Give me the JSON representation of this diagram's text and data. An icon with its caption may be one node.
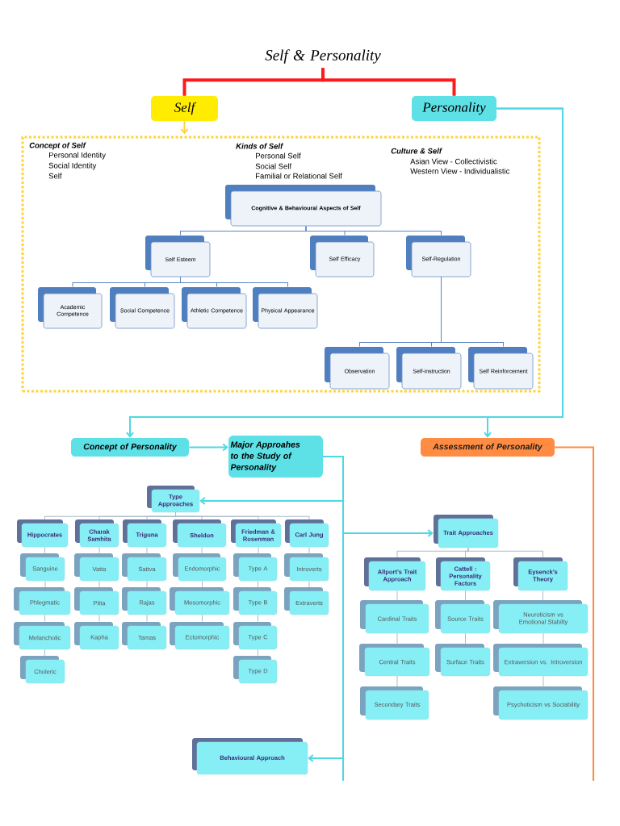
{
  "diagram": {
    "nodes": [
      {
        "text": [
          "Self & Personality"
        ]
      },
      {
        "text": [
          "Self"
        ]
      },
      {
        "text": [
          "Personality"
        ]
      },
      {
        "text": [
          "Concept of Self",
          "Personal Identity",
          "Social Identity",
          "Self",
          "Kinds of Self",
          "Personal Self",
          "Social Self",
          "Familial or Relational Self",
          "Culture & Self",
          "Asian View - Collectivistic",
          "Western View - Individualistic"
        ]
      },
      {
        "text": [
          "Cognitive & Behavioural Aspects of Self"
        ],
        "in": 3
      },
      {
        "text": [
          "Self Esteem"
        ],
        "in": 3
      },
      {
        "text": [
          "Self Efficacy"
        ],
        "in": 3
      },
      {
        "text": [
          "Self-Regulation"
        ],
        "in": 3
      },
      {
        "text": [
          "Academic Competence"
        ],
        "in": 3
      },
      {
        "text": [
          "Social Competence"
        ],
        "in": 3
      },
      {
        "text": [
          "Athletic Competence"
        ],
        "in": 3
      },
      {
        "text": [
          "Physical Appearance"
        ],
        "in": 3
      },
      {
        "text": [
          "Observation"
        ],
        "in": 3
      },
      {
        "text": [
          "Self-instruction"
        ],
        "in": 3
      },
      {
        "text": [
          "Self Reinforcement"
        ],
        "in": 3
      },
      {
        "text": [
          "Concept of Personality"
        ]
      },
      {
        "text": [
          "Major Approahes to the Study of Personality"
        ]
      },
      {
        "text": [
          "Assessment of Personality"
        ]
      },
      {
        "text": [
          "Type Approaches"
        ]
      },
      {
        "text": [
          "Hippocrates"
        ]
      },
      {
        "text": [
          "Sanguine"
        ]
      },
      {
        "text": [
          "Phlegmatic"
        ]
      },
      {
        "text": [
          "Melancholic"
        ]
      },
      {
        "text": [
          "Choleric"
        ]
      },
      {
        "text": [
          "Charak Samhita"
        ]
      },
      {
        "text": [
          "Vatta"
        ]
      },
      {
        "text": [
          "Pitta"
        ]
      },
      {
        "text": [
          "Kapha"
        ]
      },
      {
        "text": [
          "Triguna"
        ]
      },
      {
        "text": [
          "Sattva"
        ]
      },
      {
        "text": [
          "Rajas"
        ]
      },
      {
        "text": [
          "Tamas"
        ]
      },
      {
        "text": [
          "Sheldon"
        ]
      },
      {
        "text": [
          "Endomorphic"
        ]
      },
      {
        "text": [
          "Mesomorphic"
        ]
      },
      {
        "text": [
          "Ectomorphic"
        ]
      },
      {
        "text": [
          "Friedman & Rosenman"
        ]
      },
      {
        "text": [
          "Type A"
        ]
      },
      {
        "text": [
          "Type B"
        ]
      },
      {
        "text": [
          "Type C"
        ]
      },
      {
        "text": [
          "Type D"
        ]
      },
      {
        "text": [
          "Carl Jung"
        ]
      },
      {
        "text": [
          "Introverts"
        ]
      },
      {
        "text": [
          "Extraverts"
        ]
      },
      {
        "text": [
          "Trait Approaches"
        ]
      },
      {
        "text": [
          "Allport’s Trait Approach"
        ]
      },
      {
        "text": [
          "Cardinal Traits"
        ]
      },
      {
        "text": [
          "Central Traits"
        ]
      },
      {
        "text": [
          "Secondary Traits"
        ]
      },
      {
        "text": [
          "Cattell : Personality Factors"
        ]
      },
      {
        "text": [
          "Source Traits"
        ]
      },
      {
        "text": [
          "Surface Traits"
        ]
      },
      {
        "text": [
          "Eysenck’s Theory"
        ]
      },
      {
        "text": [
          "Neuroticism vs Emotional Stabilty"
        ]
      },
      {
        "text": [
          "Extraversion vs. Introversion"
        ]
      },
      {
        "text": [
          "Psychoticism vs Sociability"
        ]
      },
      {
        "text": [
          "Behavioural Approach"
        ]
      }
    ],
    "edges": [
      {
        "from": 0,
        "to": 1,
        "arrow": "none",
        "style": "thick",
        "color": "#ff1a1a"
      },
      {
        "from": 0,
        "to": 2,
        "arrow": "none",
        "style": "thick",
        "color": "#ff1a1a"
      },
      {
        "from": 1,
        "to": 3,
        "arrow": "to",
        "color": "#ffd43b"
      },
      {
        "from": 4,
        "to": 5,
        "arrow": "none",
        "color": "#5a86c3"
      },
      {
        "from": 4,
        "to": 6,
        "arrow": "none",
        "color": "#5a86c3"
      },
      {
        "from": 4,
        "to": 7,
        "arrow": "none",
        "color": "#5a86c3"
      },
      {
        "from": 5,
        "to": 8,
        "arrow": "none",
        "color": "#5a86c3"
      },
      {
        "from": 5,
        "to": 9,
        "arrow": "none",
        "color": "#5a86c3"
      },
      {
        "from": 5,
        "to": 10,
        "arrow": "none",
        "color": "#5a86c3"
      },
      {
        "from": 5,
        "to": 11,
        "arrow": "none",
        "color": "#5a86c3"
      },
      {
        "from": 7,
        "to": 12,
        "arrow": "none",
        "color": "#5a86c3"
      },
      {
        "from": 7,
        "to": 13,
        "arrow": "none",
        "color": "#5a86c3"
      },
      {
        "from": 7,
        "to": 14,
        "arrow": "none",
        "color": "#5a86c3"
      },
      {
        "from": 2,
        "to": 15,
        "arrow": "to",
        "color": "#4fd8e2"
      },
      {
        "from": 2,
        "to": 17,
        "arrow": "to",
        "color": "#4fd8e2"
      },
      {
        "from": 15,
        "to": 16,
        "arrow": "to",
        "color": "#4fd8e2"
      },
      {
        "from": 16,
        "to": 18,
        "arrow": "to",
        "color": "#4fd8e2"
      },
      {
        "from": 16,
        "to": 44,
        "arrow": "to",
        "color": "#4fd8e2"
      },
      {
        "from": 16,
        "to": 56,
        "arrow": "to",
        "color": "#4fd8e2"
      },
      {
        "from": 17,
        "to": null,
        "arrow": "none",
        "color": "#ff8a3d"
      },
      {
        "from": 18,
        "to": 19,
        "arrow": "none"
      },
      {
        "from": 18,
        "to": 24,
        "arrow": "none"
      },
      {
        "from": 18,
        "to": 28,
        "arrow": "none"
      },
      {
        "from": 18,
        "to": 32,
        "arrow": "none"
      },
      {
        "from": 18,
        "to": 36,
        "arrow": "none"
      },
      {
        "from": 18,
        "to": 41,
        "arrow": "none"
      },
      {
        "from": 19,
        "to": 20,
        "arrow": "none"
      },
      {
        "from": 20,
        "to": 21,
        "arrow": "none"
      },
      {
        "from": 21,
        "to": 22,
        "arrow": "none"
      },
      {
        "from": 22,
        "to": 23,
        "arrow": "none"
      },
      {
        "from": 24,
        "to": 25,
        "arrow": "none"
      },
      {
        "from": 25,
        "to": 26,
        "arrow": "none"
      },
      {
        "from": 26,
        "to": 27,
        "arrow": "none"
      },
      {
        "from": 28,
        "to": 29,
        "arrow": "none"
      },
      {
        "from": 29,
        "to": 30,
        "arrow": "none"
      },
      {
        "from": 30,
        "to": 31,
        "arrow": "none"
      },
      {
        "from": 32,
        "to": 33,
        "arrow": "none"
      },
      {
        "from": 33,
        "to": 34,
        "arrow": "none"
      },
      {
        "from": 34,
        "to": 35,
        "arrow": "none"
      },
      {
        "from": 36,
        "to": 37,
        "arrow": "none"
      },
      {
        "from": 37,
        "to": 38,
        "arrow": "none"
      },
      {
        "from": 38,
        "to": 39,
        "arrow": "none"
      },
      {
        "from": 39,
        "to": 40,
        "arrow": "none"
      },
      {
        "from": 41,
        "to": 42,
        "arrow": "none"
      },
      {
        "from": 42,
        "to": 43,
        "arrow": "none"
      },
      {
        "from": 44,
        "to": 45,
        "arrow": "none"
      },
      {
        "from": 44,
        "to": 49,
        "arrow": "none"
      },
      {
        "from": 44,
        "to": 52,
        "arrow": "none"
      },
      {
        "from": 45,
        "to": 46,
        "arrow": "none"
      },
      {
        "from": 46,
        "to": 47,
        "arrow": "none"
      },
      {
        "from": 47,
        "to": 48,
        "arrow": "none"
      },
      {
        "from": 49,
        "to": 50,
        "arrow": "none"
      },
      {
        "from": 50,
        "to": 51,
        "arrow": "none"
      },
      {
        "from": 52,
        "to": 53,
        "arrow": "none"
      },
      {
        "from": 53,
        "to": 54,
        "arrow": "none"
      },
      {
        "from": 54,
        "to": 55,
        "arrow": "none"
      }
    ]
  }
}
